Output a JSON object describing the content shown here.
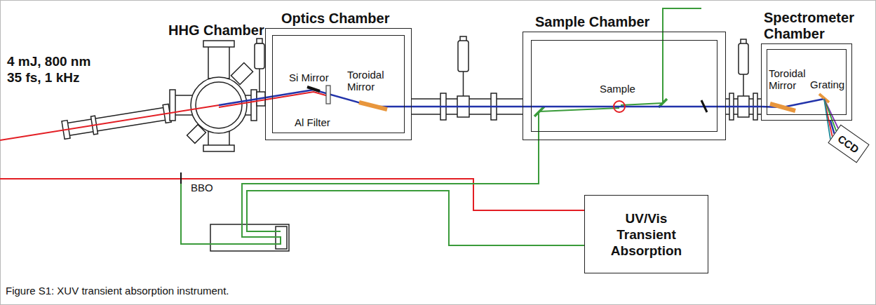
{
  "diagram": {
    "caption": "Figure S1: XUV transient absorption instrument.",
    "nodes": [
      {
        "text": [
          "HHG Chamber"
        ]
      },
      {
        "text": [
          "Optics Chamber"
        ]
      },
      {
        "text": [
          "Sample Chamber"
        ]
      },
      {
        "text": [
          "Spectrometer Chamber"
        ]
      },
      {
        "text": [
          "CCD"
        ]
      },
      {
        "text": [
          "UV/Vis Transient Absorption"
        ]
      }
    ],
    "edges": [
      {
        "from": 0,
        "to": 1,
        "arrow": "none"
      },
      {
        "from": 1,
        "to": 2,
        "arrow": "none"
      },
      {
        "from": 2,
        "to": 3,
        "arrow": "none"
      },
      {
        "from": 3,
        "to": 4,
        "arrow": "none"
      }
    ],
    "labels": [
      "4 mJ, 800 nm 35 fs, 1 kHz",
      "Si Mirror",
      "Al Filter",
      "Toroidal Mirror",
      "Sample",
      "Toroidal Mirror",
      "Grating",
      "BBO"
    ]
  }
}
